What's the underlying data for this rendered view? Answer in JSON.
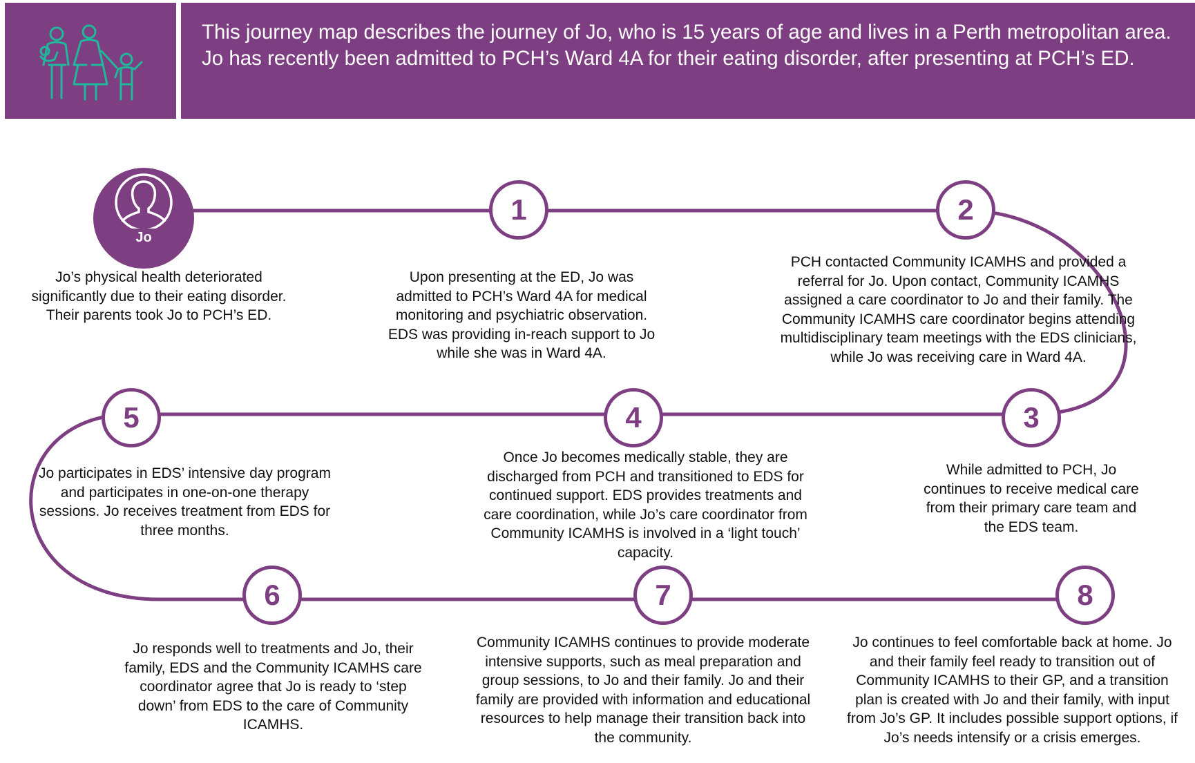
{
  "header": {
    "description": "This journey map describes the journey of Jo, who is 15 years of age and lives in a Perth metropolitan area. Jo has recently been admitted to PCH’s Ward 4A for their eating disorder, after presenting at PCH’s ED.",
    "icon": "family-icon",
    "background_color": "#7d3e82",
    "icon_color": "#1fb89a"
  },
  "start": {
    "label": "Jo",
    "icon": "person-icon",
    "text": "Jo’s physical health deteriorated significantly due to their eating disorder. Their parents took Jo to PCH’s ED."
  },
  "steps": [
    {
      "number": "1",
      "text": "Upon presenting at the ED, Jo was admitted to PCH’s Ward 4A for medical monitoring and psychiatric observation. EDS was providing in-reach support to Jo while she was in Ward 4A."
    },
    {
      "number": "2",
      "text": "PCH contacted Community ICAMHS and provided a referral for Jo. Upon contact, Community ICAMHS assigned a care coordinator to Jo and their family. The Community ICAMHS care coordinator begins attending multidisciplinary team meetings with the EDS clinicians, while Jo was receiving care in Ward 4A."
    },
    {
      "number": "3",
      "text": "While admitted to PCH, Jo continues to receive medical care from their primary care team and the EDS team."
    },
    {
      "number": "4",
      "text": "Once Jo becomes medically stable, they are discharged from PCH and transitioned to EDS for continued support. EDS provides treatments and care coordination, while Jo’s care coordinator from Community ICAMHS is involved in a ‘light touch’ capacity."
    },
    {
      "number": "5",
      "text": "Jo participates in EDS’ intensive day program and participates in one-on-one therapy sessions. Jo receives treatment from EDS for three months."
    },
    {
      "number": "6",
      "text": "Jo responds well to treatments and Jo, their family, EDS and the Community ICAMHS care coordinator agree that Jo is ready to ‘step down’ from EDS to the care of Community ICAMHS."
    },
    {
      "number": "7",
      "text": "Community ICAMHS continues to provide moderate intensive supports, such as meal preparation and group sessions, to Jo and their family. Jo and their family are provided with information and educational resources to help manage their transition back into the community."
    },
    {
      "number": "8",
      "text": "Jo continues to feel comfortable back at home. Jo and their family feel ready to transition out of Community ICAMHS to their GP, and a transition plan is created with Jo and their family, with input from Jo’s GP. It includes possible support options, if Jo’s needs intensify or a crisis emerges."
    }
  ]
}
